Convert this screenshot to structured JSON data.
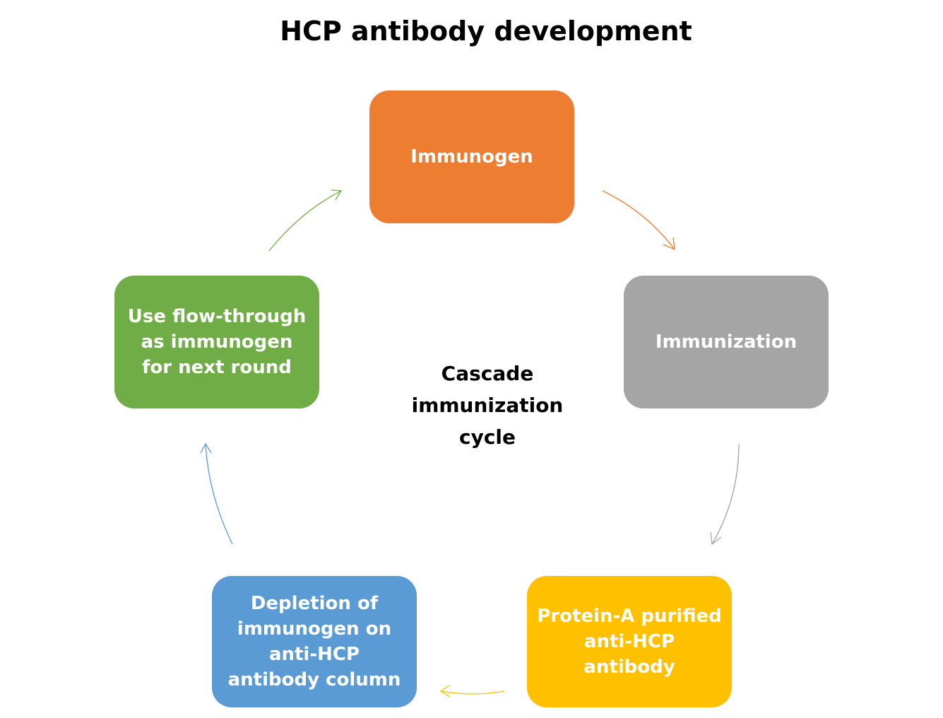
{
  "title": "HCP antibody development",
  "center_label": "Cascade immunization cycle",
  "steps": [
    {
      "label": "Immunogen",
      "color": "#ED7D31"
    },
    {
      "label": "Immunization",
      "color": "#A5A5A5"
    },
    {
      "label": "Protein-A purified anti-HCP antibody",
      "color": "#FFC000"
    },
    {
      "label": "Depletion of immunogen on anti-HCP antibody column",
      "color": "#5B9BD5"
    },
    {
      "label": "Use flow-through as immunogen for next round",
      "color": "#70AD47"
    }
  ]
}
